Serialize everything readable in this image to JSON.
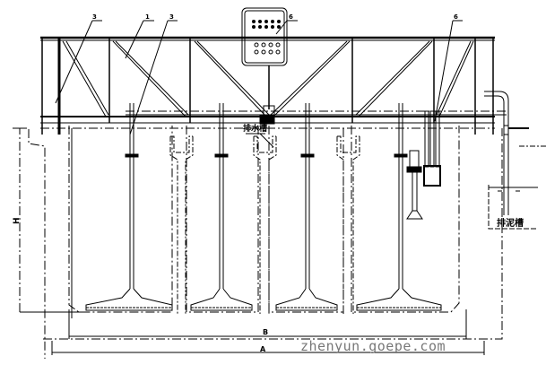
{
  "title": "Peripheral-drive suction sludge scraper – elevation",
  "callouts": [
    "3",
    "1",
    "3",
    "6",
    "6"
  ],
  "labels": {
    "drain_trough": "排水槽",
    "sludge_trough": "排泥槽",
    "height_dim": "H",
    "inner_width_dim": "B",
    "outer_width_dim": "A"
  },
  "watermark": "zhenyun.goepe.com",
  "colors": {
    "line": "#000000",
    "watermark": "#777777"
  }
}
